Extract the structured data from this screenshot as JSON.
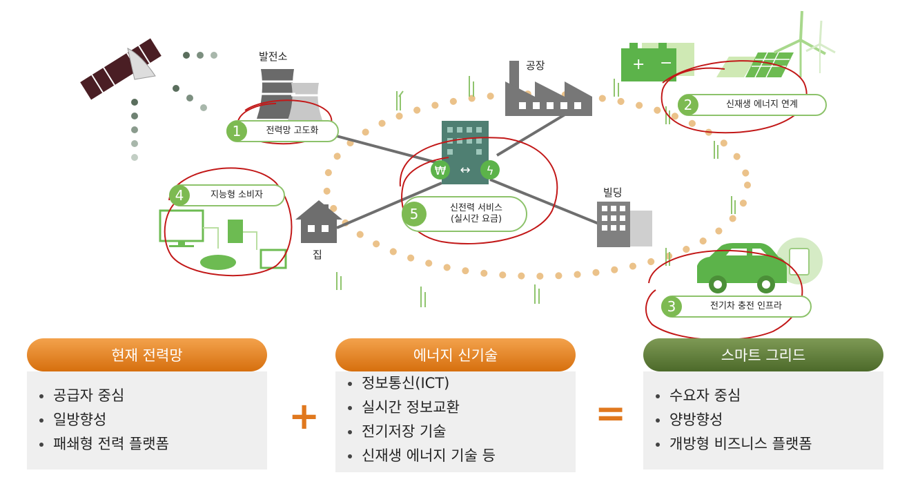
{
  "places": {
    "power_plant": "발전소",
    "factory": "공장",
    "house": "집",
    "building": "빌딩"
  },
  "services": [
    {
      "num": "1",
      "label": "전력망 고도화"
    },
    {
      "num": "2",
      "label": "신재생 에너지 연계"
    },
    {
      "num": "3",
      "label": "전기차 충전 인프라"
    },
    {
      "num": "4",
      "label": "지능형 소비자"
    },
    {
      "num": "5",
      "label": "신전력 서비스",
      "label2": "(실시간 요금)"
    }
  ],
  "hub": {
    "won": "₩",
    "arrow": "↔",
    "bolt": "ϟ"
  },
  "boxes": [
    {
      "title": "현재 전력망",
      "items": [
        "공급자 중심",
        "일방향성",
        "패쇄형 전력 플랫폼"
      ]
    },
    {
      "title": "에너지 신기술",
      "items": [
        "정보통신(ICT)",
        "실시간 정보교환",
        "전기저장 기술",
        "신재생 에너지 기술 등"
      ]
    },
    {
      "title": "스마트 그리드",
      "items": [
        "수요자 중심",
        "양방향성",
        "개방형 비즈니스 플랫폼"
      ]
    }
  ],
  "operators": {
    "plus": "+",
    "equals": "="
  },
  "colors": {
    "accent_orange": "#e0781e",
    "accent_green": "#7dba52",
    "annotation_red": "#c21818",
    "icon_gray": "#8a8a8a"
  }
}
